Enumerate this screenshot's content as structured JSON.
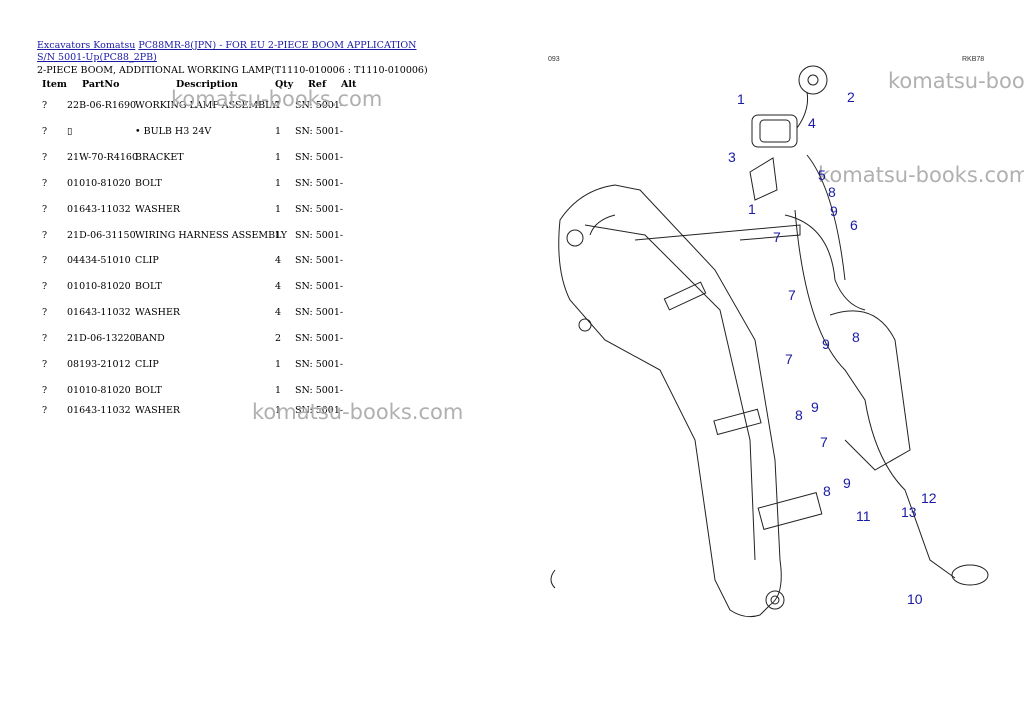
{
  "breadcrumb": {
    "link1": "Excavators Komatsu",
    "link2": "PC88MR-8(JPN) - FOR EU 2-PIECE BOOM APPLICATION S/N 5001-Up(PC88_2PB)"
  },
  "subtitle": "2-PIECE BOOM, ADDITIONAL WORKING LAMP(T1110-010006 : T1110-010006)",
  "table": {
    "headers": {
      "item": "Item",
      "partno": "PartNo",
      "description": "Description",
      "qty": "Qty",
      "ref": "Ref",
      "alt": "Alt"
    },
    "rows": [
      {
        "item": "?",
        "partno": "22B-06-R1690",
        "description": "WORKING LAMP ASSEMBLY",
        "qty": "1",
        "ref": "SN: 5001-"
      },
      {
        "item": "?",
        "partno": "▯",
        "description": "• BULB H3 24V",
        "qty": "1",
        "ref": "SN: 5001-"
      },
      {
        "item": "?",
        "partno": "21W-70-R4160",
        "description": "BRACKET",
        "qty": "1",
        "ref": "SN: 5001-"
      },
      {
        "item": "?",
        "partno": "01010-81020",
        "description": "BOLT",
        "qty": "1",
        "ref": "SN: 5001-"
      },
      {
        "item": "?",
        "partno": "01643-11032",
        "description": "WASHER",
        "qty": "1",
        "ref": "SN: 5001-"
      },
      {
        "item": "?",
        "partno": "21D-06-31150",
        "description": "WIRING HARNESS ASSEMBLY",
        "qty": "1",
        "ref": "SN: 5001-"
      },
      {
        "item": "?",
        "partno": "04434-51010",
        "description": "CLIP",
        "qty": "4",
        "ref": "SN: 5001-"
      },
      {
        "item": "?",
        "partno": "01010-81020",
        "description": "BOLT",
        "qty": "4",
        "ref": "SN: 5001-"
      },
      {
        "item": "?",
        "partno": "01643-11032",
        "description": "WASHER",
        "qty": "4",
        "ref": "SN: 5001-"
      },
      {
        "item": "?",
        "partno": "21D-06-13220",
        "description": "BAND",
        "qty": "2",
        "ref": "SN: 5001-"
      },
      {
        "item": "?",
        "partno": "08193-21012",
        "description": "CLIP",
        "qty": "1",
        "ref": "SN: 5001-"
      },
      {
        "item": "?",
        "partno": "01010-81020",
        "description": "BOLT",
        "qty": "1",
        "ref": "SN: 5001-"
      },
      {
        "item": "?",
        "partno": "01643-11032",
        "description": "WASHER",
        "qty": "1",
        "ref": "SN: 5001-"
      }
    ]
  },
  "watermark": "komatsu-books.com",
  "diagram": {
    "code_left": "093",
    "code_right": "RKB78",
    "callouts": [
      "1",
      "2",
      "3",
      "4",
      "5",
      "8",
      "1",
      "9",
      "7",
      "6",
      "7",
      "9",
      "8",
      "7",
      "8",
      "9",
      "7",
      "8",
      "9",
      "11",
      "13",
      "12",
      "10"
    ]
  },
  "colors": {
    "link": "#1a1aa6",
    "callout": "#1a1aa6",
    "watermark": "#b0b0b0"
  }
}
